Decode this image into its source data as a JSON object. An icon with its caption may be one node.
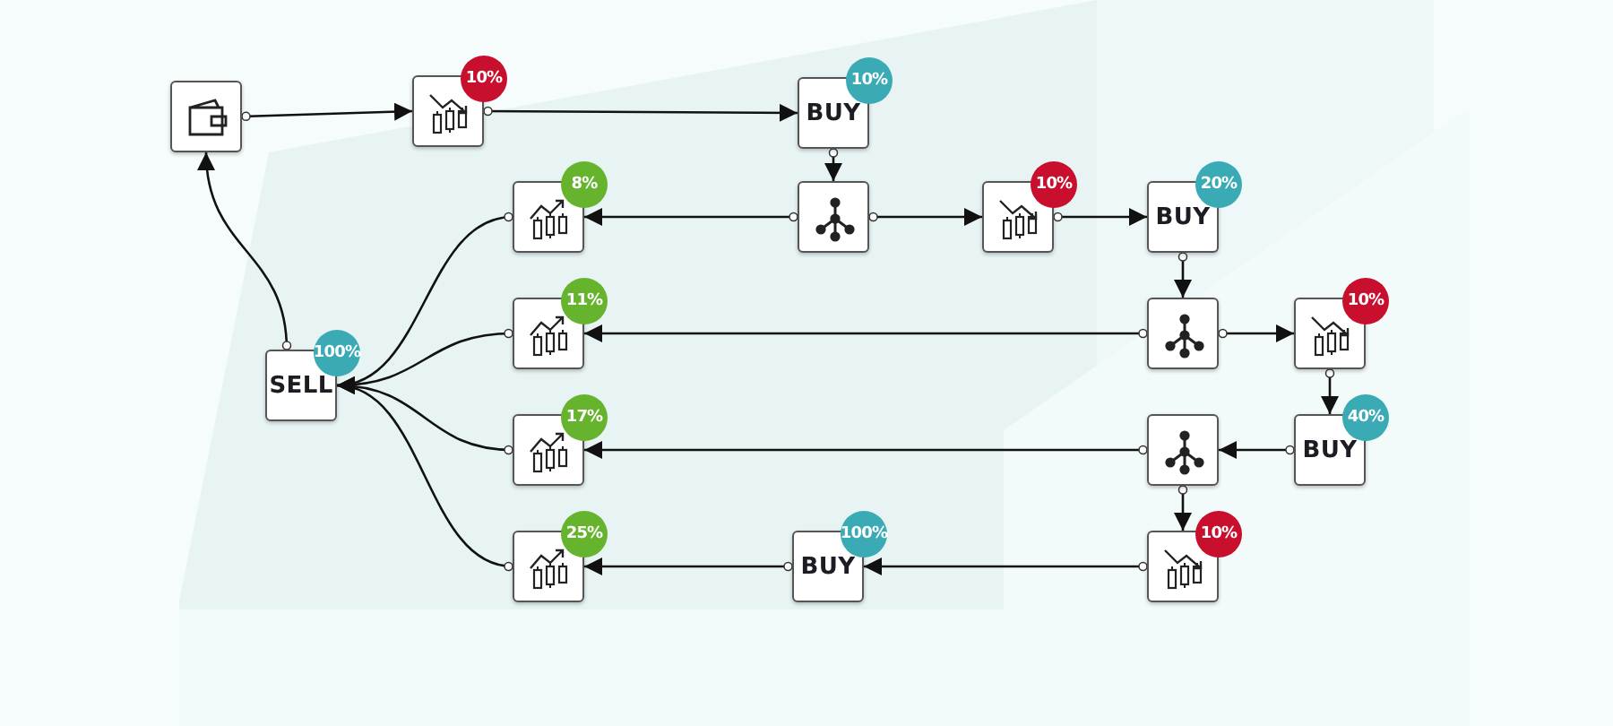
{
  "diagram": {
    "nodes": [
      {
        "text": [],
        "shape": "box"
      },
      {
        "text": [],
        "shape": "box",
        "beside": [
          "10%"
        ]
      },
      {
        "text": [
          "BUY"
        ],
        "beside": [
          "10%"
        ]
      },
      {
        "text": [],
        "shape": "box",
        "beside": [
          "8%"
        ]
      },
      {
        "text": [],
        "shape": "box"
      },
      {
        "text": [],
        "shape": "box",
        "beside": [
          "10%"
        ]
      },
      {
        "text": [
          "BUY"
        ],
        "beside": [
          "20%"
        ]
      },
      {
        "text": [],
        "shape": "box",
        "beside": [
          "11%"
        ]
      },
      {
        "text": [],
        "shape": "box"
      },
      {
        "text": [],
        "shape": "box",
        "beside": [
          "10%"
        ]
      },
      {
        "text": [
          "SELL"
        ],
        "beside": [
          "100%"
        ]
      },
      {
        "text": [],
        "shape": "box",
        "beside": [
          "17%"
        ]
      },
      {
        "text": [],
        "shape": "box"
      },
      {
        "text": [
          "BUY"
        ],
        "beside": [
          "40%"
        ]
      },
      {
        "text": [],
        "shape": "box",
        "beside": [
          "25%"
        ]
      },
      {
        "text": [
          "BUY"
        ],
        "beside": [
          "100%"
        ]
      },
      {
        "text": [],
        "shape": "box",
        "beside": [
          "10%"
        ]
      }
    ],
    "edges": [
      {
        "from": 0,
        "to": 1,
        "arrow": "to"
      },
      {
        "from": 1,
        "to": 2,
        "arrow": "to"
      },
      {
        "from": 2,
        "to": 4,
        "arrow": "to"
      },
      {
        "from": 4,
        "to": 3,
        "arrow": "to"
      },
      {
        "from": 4,
        "to": 5,
        "arrow": "to"
      },
      {
        "from": 5,
        "to": 6,
        "arrow": "to"
      },
      {
        "from": 6,
        "to": 8,
        "arrow": "to"
      },
      {
        "from": 8,
        "to": 7,
        "arrow": "to"
      },
      {
        "from": 8,
        "to": 9,
        "arrow": "to"
      },
      {
        "from": 9,
        "to": 13,
        "arrow": "to"
      },
      {
        "from": 13,
        "to": 12,
        "arrow": "to"
      },
      {
        "from": 12,
        "to": 11,
        "arrow": "to"
      },
      {
        "from": 12,
        "to": 16,
        "arrow": "to"
      },
      {
        "from": 16,
        "to": 15,
        "arrow": "to"
      },
      {
        "from": 15,
        "to": 14,
        "arrow": "to"
      },
      {
        "from": 3,
        "to": 10,
        "arrow": "to"
      },
      {
        "from": 7,
        "to": 10,
        "arrow": "to"
      },
      {
        "from": 11,
        "to": 10,
        "arrow": "to"
      },
      {
        "from": 14,
        "to": 10,
        "arrow": "to"
      },
      {
        "from": 10,
        "to": 0,
        "arrow": "to"
      }
    ]
  }
}
